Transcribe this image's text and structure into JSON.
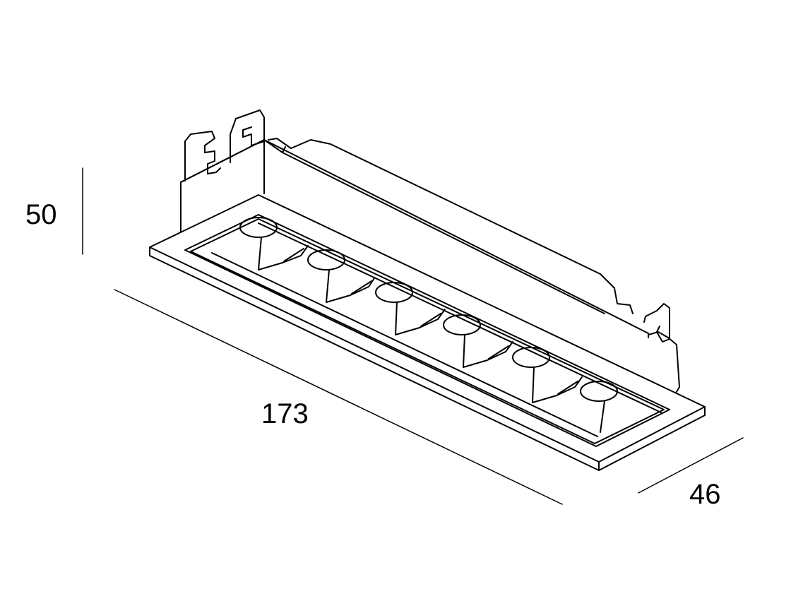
{
  "dimensions": {
    "height": "50",
    "length": "173",
    "width": "46"
  },
  "colors": {
    "line": "#000000",
    "background": "#ffffff"
  },
  "led_count": 6
}
